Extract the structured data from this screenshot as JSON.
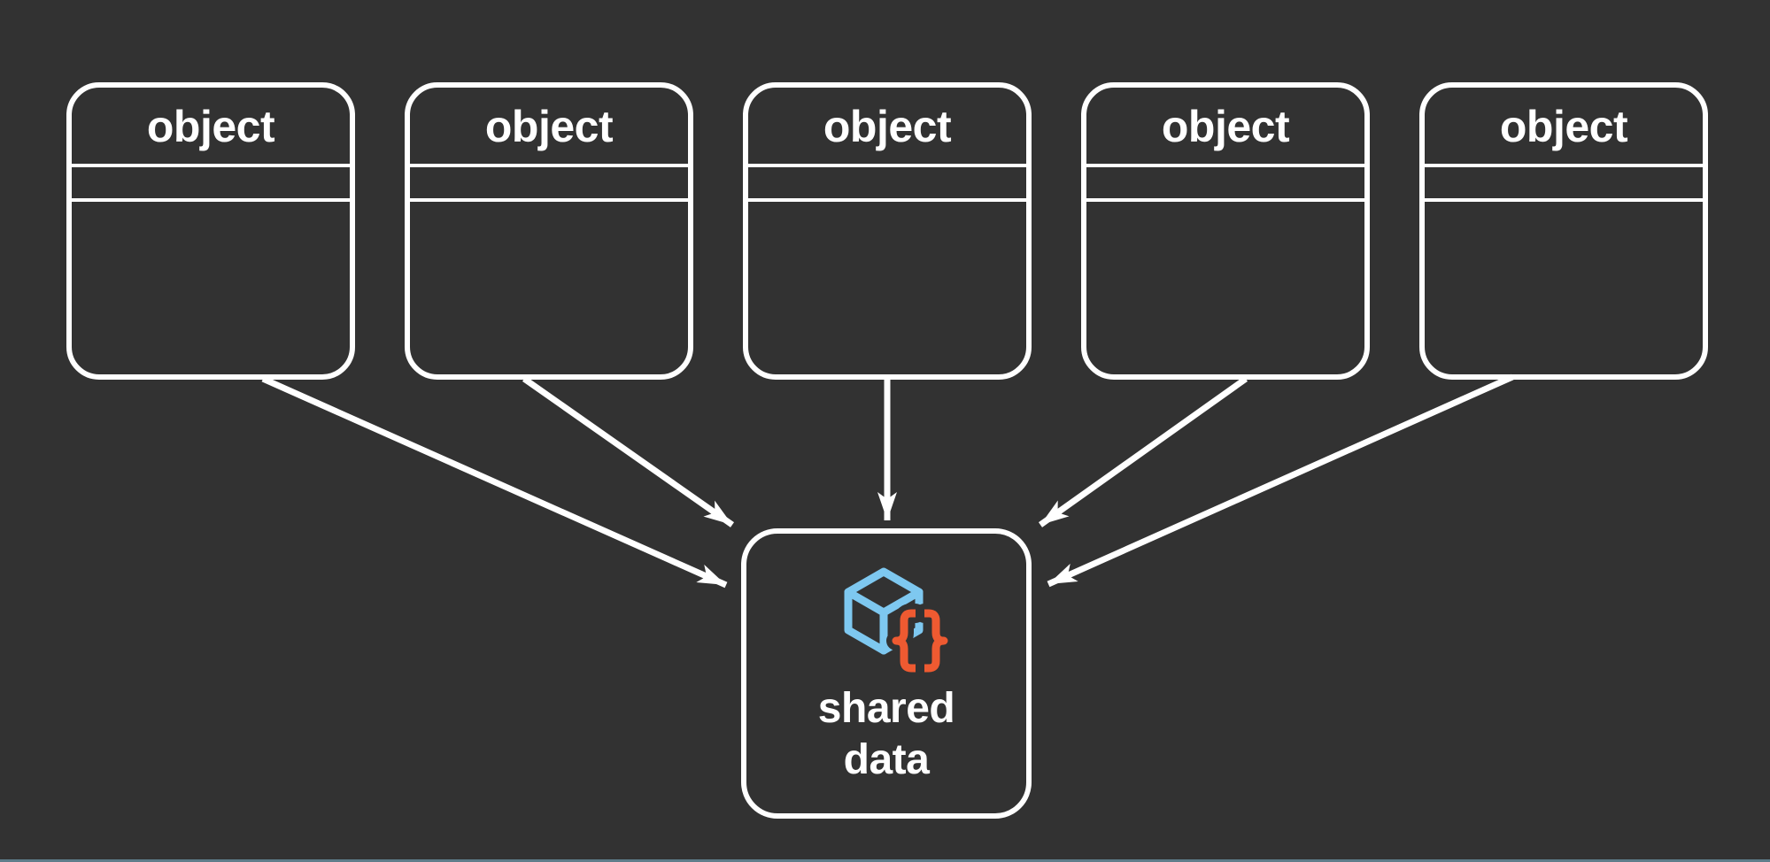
{
  "colors": {
    "background": "#323232",
    "line_white": "#ffffff",
    "cube_blue": "#7ec8f0",
    "brace_orange": "#ee5a31",
    "bottom_edge": "#5e7d8a"
  },
  "objects": [
    {
      "label": "object"
    },
    {
      "label": "object"
    },
    {
      "label": "object"
    },
    {
      "label": "object"
    },
    {
      "label": "object"
    }
  ],
  "shared_data": {
    "label_line1": "shared",
    "label_line2": "data",
    "icon": "cube-with-braces-icon"
  },
  "arrows": [
    {
      "from": "object-1",
      "to": "shared-data"
    },
    {
      "from": "object-2",
      "to": "shared-data"
    },
    {
      "from": "object-3",
      "to": "shared-data"
    },
    {
      "from": "object-4",
      "to": "shared-data"
    },
    {
      "from": "object-5",
      "to": "shared-data"
    }
  ]
}
